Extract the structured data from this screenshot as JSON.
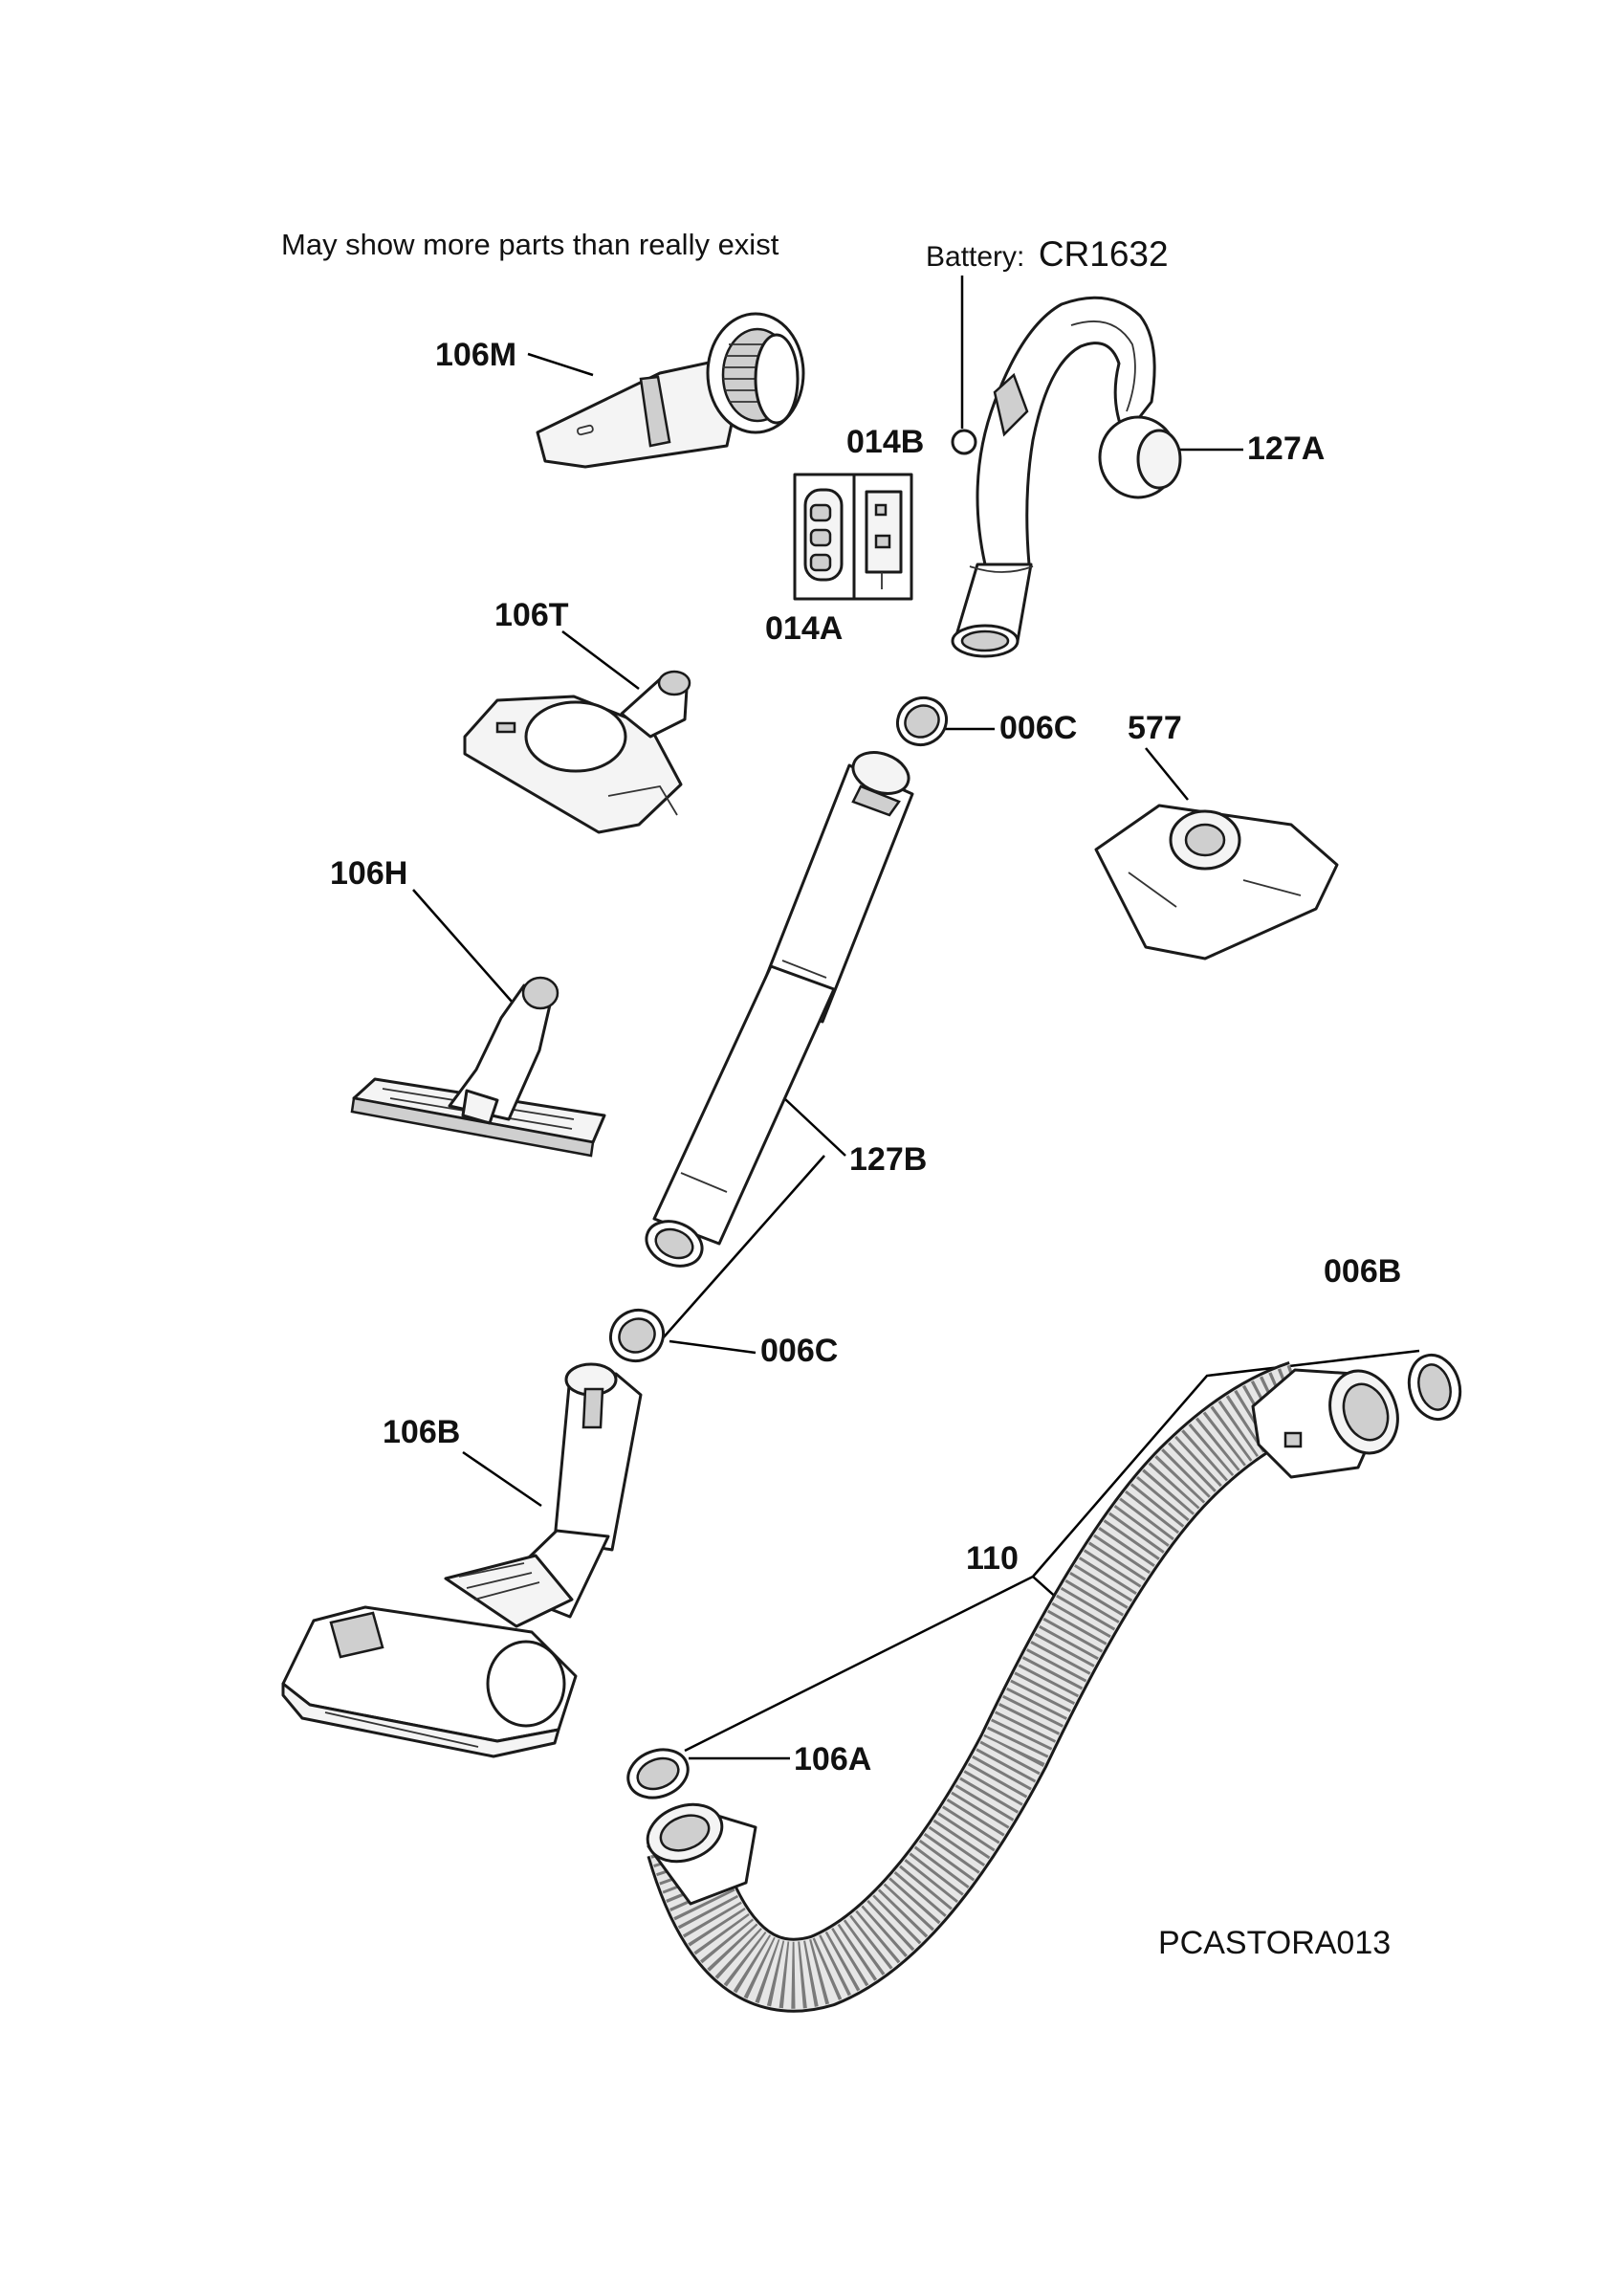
{
  "note": "May show more parts than really exist",
  "battery": {
    "prefix": "Battery:",
    "code": "CR1632"
  },
  "labels": {
    "106M": "106M",
    "014B": "014B",
    "127A": "127A",
    "014A": "014A",
    "106T": "106T",
    "006C_top": "006C",
    "577": "577",
    "106H": "106H",
    "127B": "127B",
    "006C_mid": "006C",
    "006B": "006B",
    "106B": "106B",
    "110": "110",
    "106A": "106A"
  },
  "drawing_code": "PCASTORA013"
}
